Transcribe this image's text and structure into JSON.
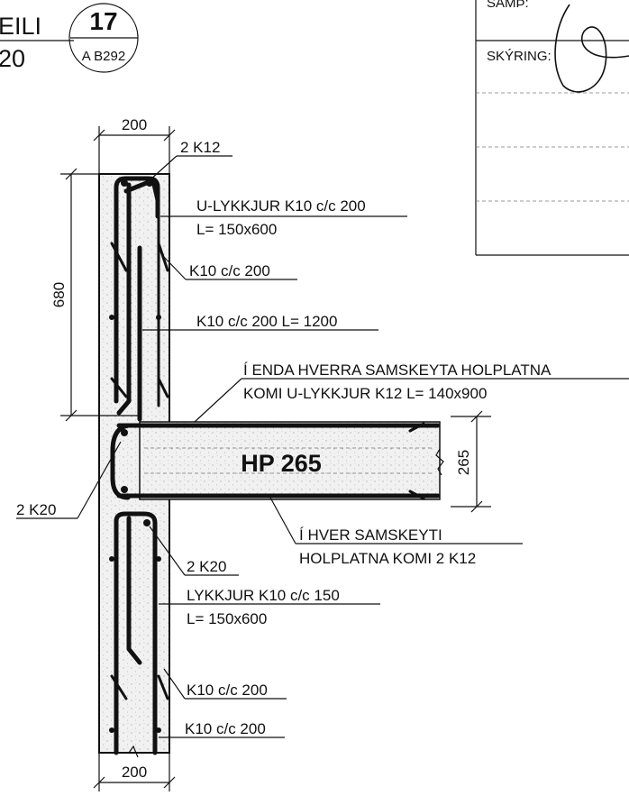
{
  "title_block": {
    "sheet_word": "EILI",
    "sheet_scale": "20",
    "detail_number": "17",
    "detail_ref": "A B292"
  },
  "revision_box": {
    "samp_label": "SAMÞ:",
    "skyring_label": "SKÝRING:"
  },
  "dimensions": {
    "wall_width_top": "200",
    "wall_width_bottom": "200",
    "height_upper": "680",
    "slab_depth": "265"
  },
  "slab": {
    "label": "HP 265"
  },
  "callouts": {
    "top_bars": "2 K12",
    "u_loop_line1": "U-LYKKJUR K10 c/c 200",
    "u_loop_line2": "L= 150x600",
    "stirrups_upper": "K10 c/c 200",
    "vertical_upper": "K10 c/c 200  L= 1200",
    "joint_end_line1": "Í ENDA HVERRA SAMSKEYTA HOLPLATNA",
    "joint_end_line2": "KOMI U-LYKKJUR  K12 L= 140x900",
    "bars_left": "2 K20",
    "joint_each_line1": "Í HVER SAMSKEYTI",
    "joint_each_line2": "HOLPLATNA KOMI 2 K12",
    "bars_lower": "2 K20",
    "loop_lower_line1": "LYKKJUR K10 c/c 150",
    "loop_lower_line2": "L= 150x600",
    "stirrups_lower_1": "K10 c/c 200",
    "stirrups_lower_2": "K10 c/c 200"
  }
}
